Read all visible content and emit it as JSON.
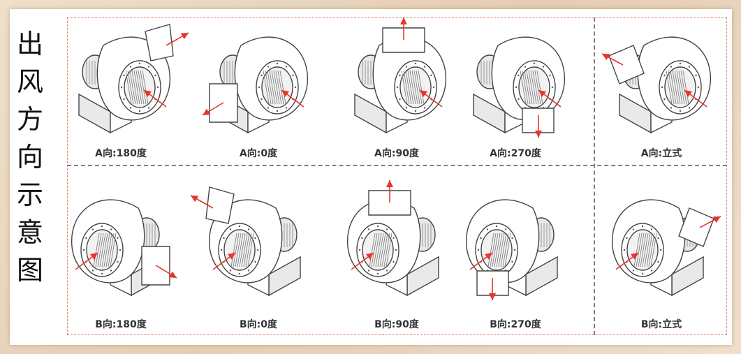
{
  "side_title": [
    "出",
    "风",
    "方",
    "向",
    "示",
    "意",
    "图"
  ],
  "colors": {
    "arrow": "#e8342a",
    "line": "#444444",
    "fill": "#ffffff",
    "shade": "#e9e9e9"
  },
  "icons": [
    "centrifugal-fan-icon",
    "centrifugal-fan-icon",
    "centrifugal-fan-icon",
    "centrifugal-fan-icon",
    "centrifugal-fan-icon",
    "centrifugal-fan-icon",
    "centrifugal-fan-icon",
    "centrifugal-fan-icon",
    "centrifugal-fan-icon",
    "centrifugal-fan-icon"
  ],
  "rows": {
    "a": [
      {
        "label": "A向:180度",
        "mirror": false,
        "outlet": "right"
      },
      {
        "label": "A向:0度",
        "mirror": false,
        "outlet": "left"
      },
      {
        "label": "A向:90度",
        "mirror": false,
        "outlet": "top"
      },
      {
        "label": "A向:270度",
        "mirror": false,
        "outlet": "bottom"
      },
      {
        "label": "A向:立式",
        "mirror": false,
        "outlet": "side"
      }
    ],
    "b": [
      {
        "label": "B向:180度",
        "mirror": true,
        "outlet": "left"
      },
      {
        "label": "B向:0度",
        "mirror": true,
        "outlet": "right"
      },
      {
        "label": "B向:90度",
        "mirror": true,
        "outlet": "top"
      },
      {
        "label": "B向:270度",
        "mirror": true,
        "outlet": "bottom"
      },
      {
        "label": "B向:立式",
        "mirror": true,
        "outlet": "side"
      }
    ]
  }
}
